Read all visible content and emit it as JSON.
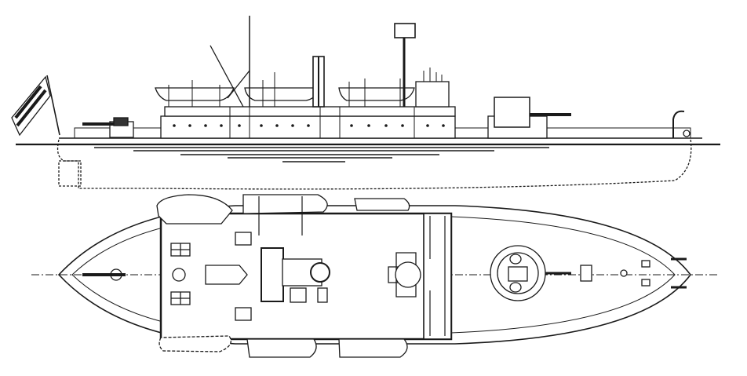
{
  "drawing": {
    "subject": "ship-plan",
    "views": [
      "side-elevation",
      "deck-plan"
    ],
    "colors": {
      "background": "#ffffff",
      "ink": "#1a1a1a"
    },
    "icons": [
      "flag-icon",
      "funnel-icon",
      "mast-icon",
      "gun-turret-icon",
      "lifeboat-icon"
    ]
  }
}
